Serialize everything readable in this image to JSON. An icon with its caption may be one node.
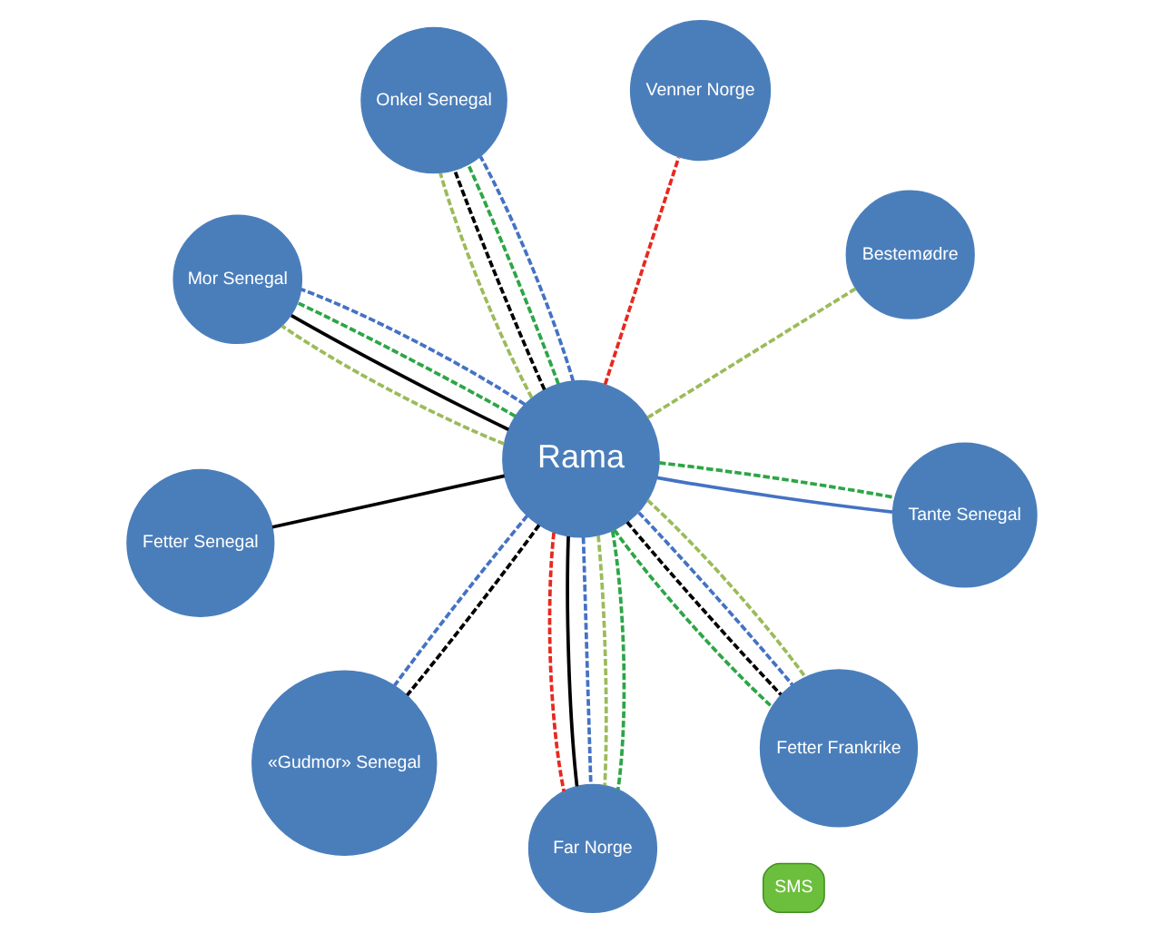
{
  "diagram": {
    "nodes": [
      {
        "text": [
          "Mor Senegal"
        ]
      },
      {
        "text": [
          "Bestemødre"
        ]
      },
      {
        "text": [
          "Far Norge"
        ]
      },
      {
        "text": [
          "Onkel Senegal"
        ]
      },
      {
        "text": [
          "Venner Norge"
        ]
      },
      {
        "text": [
          "Rama"
        ]
      },
      {
        "text": [
          "Fetter Senegal"
        ]
      },
      {
        "text": [
          "Tante Senegal"
        ]
      },
      {
        "text": [
          "«Gudmor» Senegal"
        ]
      },
      {
        "text": [
          "Fetter Frankrike"
        ]
      }
    ],
    "edges": [
      {
        "from": 5,
        "to": 0,
        "arrow": "none",
        "style": "dashed",
        "color": "#9bbb59"
      },
      {
        "from": 5,
        "to": 0,
        "arrow": "none",
        "style": "dashed",
        "color": "#4472c4"
      },
      {
        "from": 5,
        "to": 0,
        "arrow": "none",
        "style": "dashed",
        "color": "#2ca646"
      },
      {
        "from": 5,
        "to": 0,
        "arrow": "none",
        "color": "#000000"
      },
      {
        "from": 5,
        "to": 1,
        "arrow": "none",
        "style": "dashed",
        "color": "#9bbb59"
      },
      {
        "from": 5,
        "to": 2,
        "arrow": "none",
        "style": "dashed",
        "color": "#2ca646"
      },
      {
        "from": 5,
        "to": 2,
        "arrow": "none",
        "style": "dashed",
        "color": "#e8281e"
      },
      {
        "from": 5,
        "to": 2,
        "arrow": "none",
        "color": "#000000"
      },
      {
        "from": 5,
        "to": 2,
        "arrow": "none",
        "style": "dashed",
        "color": "#4472c4"
      },
      {
        "from": 5,
        "to": 2,
        "arrow": "none",
        "style": "dashed",
        "color": "#9bbb59"
      },
      {
        "from": 5,
        "to": 3,
        "arrow": "none",
        "style": "dashed",
        "color": "#9bbb59"
      },
      {
        "from": 5,
        "to": 3,
        "arrow": "none",
        "style": "dashed",
        "color": "#4472c4"
      },
      {
        "from": 5,
        "to": 3,
        "arrow": "none",
        "style": "dashed",
        "color": "#2ca646"
      },
      {
        "from": 5,
        "to": 3,
        "arrow": "none",
        "style": "dashed",
        "color": "#000000"
      },
      {
        "from": 5,
        "to": 4,
        "arrow": "none",
        "style": "dashed",
        "color": "#e8281e"
      },
      {
        "from": 5,
        "to": 6,
        "arrow": "none",
        "color": "#000000"
      },
      {
        "from": 5,
        "to": 7,
        "arrow": "none",
        "style": "dashed",
        "color": "#2ca646"
      },
      {
        "from": 5,
        "to": 7,
        "arrow": "none",
        "color": "#4472c4"
      },
      {
        "from": 5,
        "to": 8,
        "arrow": "none",
        "style": "dashed",
        "color": "#000000"
      },
      {
        "from": 5,
        "to": 8,
        "arrow": "none",
        "style": "dashed",
        "color": "#4472c4"
      },
      {
        "from": 5,
        "to": 9,
        "arrow": "none",
        "style": "dashed",
        "color": "#9bbb59"
      },
      {
        "from": 5,
        "to": 9,
        "arrow": "none",
        "style": "dashed",
        "color": "#2ca646"
      },
      {
        "from": 5,
        "to": 9,
        "arrow": "none",
        "style": "dashed",
        "color": "#000000"
      },
      {
        "from": 5,
        "to": 9,
        "arrow": "none",
        "style": "dashed",
        "color": "#4472c4"
      }
    ],
    "labels": [
      "SMS"
    ]
  }
}
